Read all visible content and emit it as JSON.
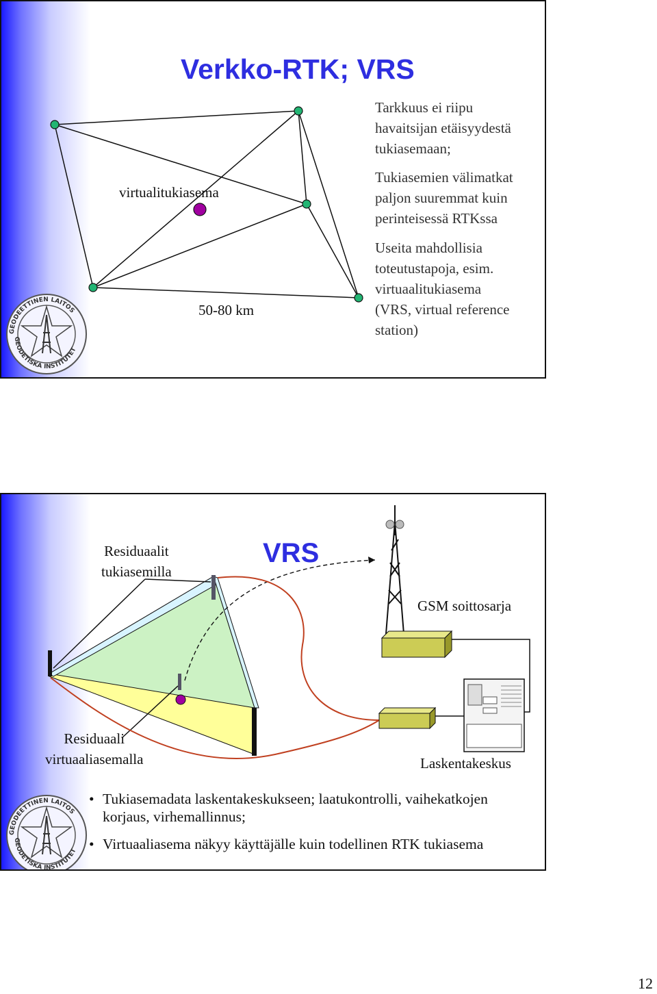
{
  "slide1": {
    "title": "Verkko-RTK; VRS",
    "label_virtual_station": "virtualitukiasema",
    "label_distance": "50-80 km",
    "paragraphs": [
      "Tarkkuus ei riipu\nhavaitsijan etäisyydestä\ntukiasemaan;",
      "Tukiasemien välimatkat\npaljon suuremmat kuin\nperinteisessä RTKssa",
      "Useita mahdollisia\ntoteutustapoja, esim.\nvirtuaalitukiasema\n(VRS, virtual reference\nstation)"
    ]
  },
  "slide2": {
    "label_residuals_stations": "Residuaalit\ntukiasemilla",
    "label_vrs": "VRS",
    "label_gsm": "GSM soittosarja",
    "label_residual_virtual": "Residuaali\nvirtuaaliasemalla",
    "label_computing_center": "Laskentakeskus",
    "bullets": [
      "Tukiasemadata laskentakeskukseen; laatukontrolli, vaihekatkojen\nkorjaus, virhemallinnus;",
      "Virtuaaliasema näkyy käyttäjälle kuin todellinen RTK tukiasema"
    ],
    "bullet_symbol": "•"
  },
  "page_number": "12",
  "colors": {
    "title_blue": "#2e2ee0",
    "station_green": "#22b573",
    "vrs_purple": "#a000a0",
    "cable_red": "#c04020"
  }
}
